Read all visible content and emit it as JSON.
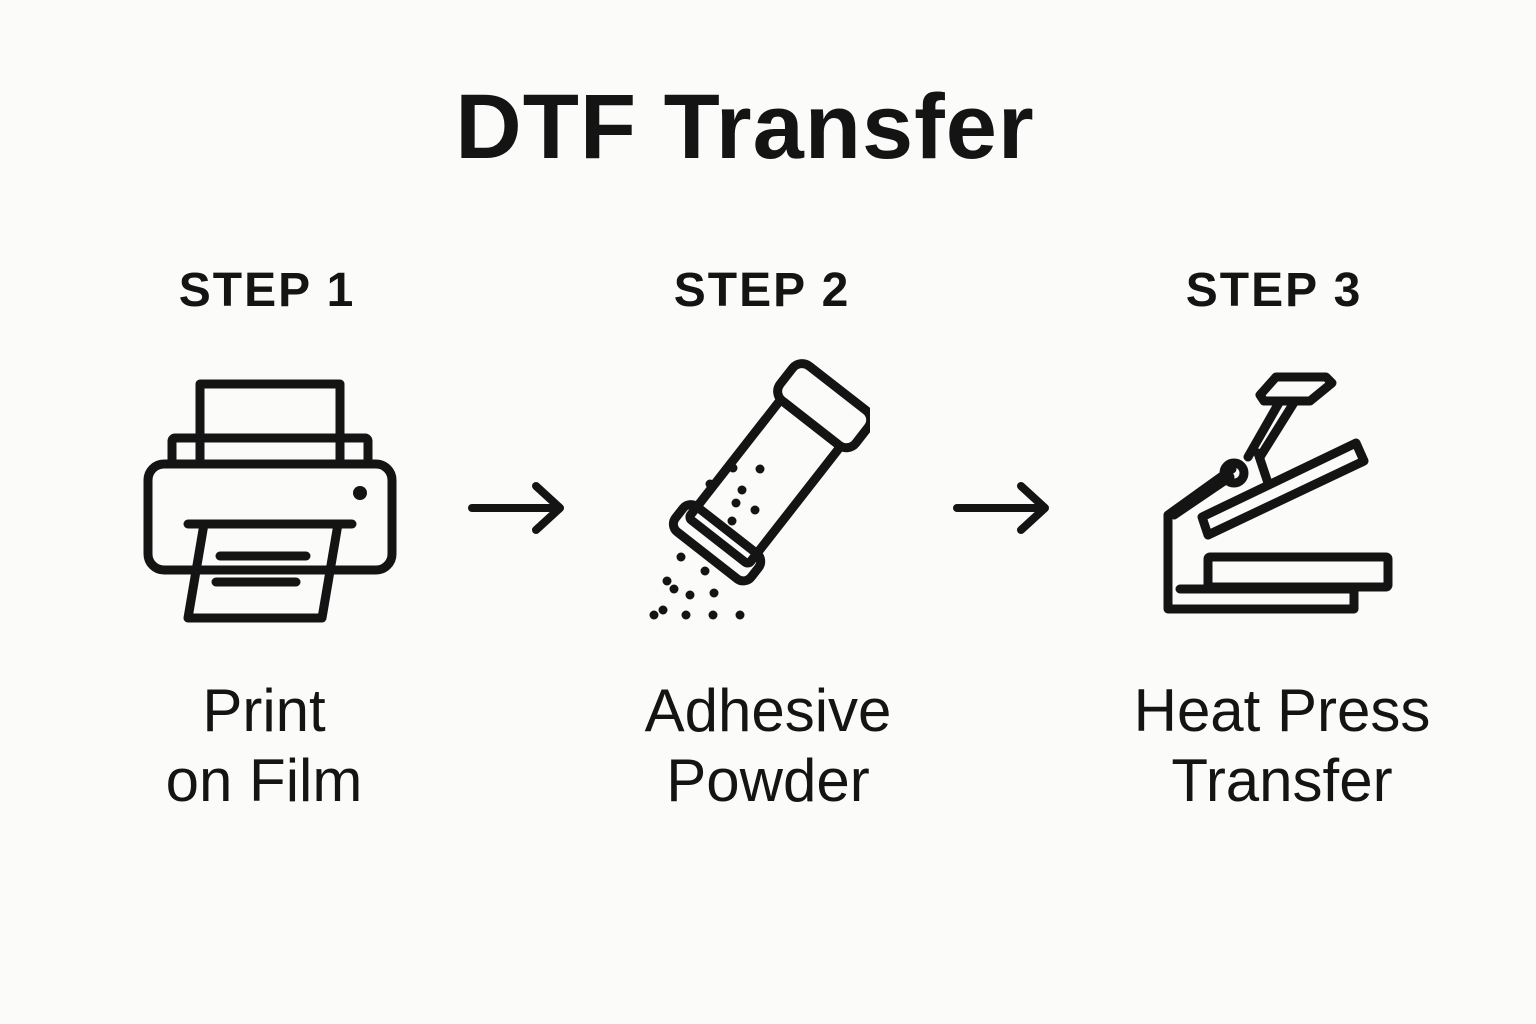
{
  "title": "DTF Transfer",
  "steps": [
    {
      "label": "STEP 1",
      "caption_line1": "Print",
      "caption_line2": "on Film",
      "icon": "printer-icon"
    },
    {
      "label": "STEP 2",
      "caption_line1": "Adhesive",
      "caption_line2": "Powder",
      "icon": "powder-shaker-icon"
    },
    {
      "label": "STEP 3",
      "caption_line1": "Heat Press",
      "caption_line2": "Transfer",
      "icon": "heat-press-icon"
    }
  ],
  "arrows": [
    "arrow-right-icon",
    "arrow-right-icon"
  ],
  "colors": {
    "background": "#fbfbf9",
    "ink": "#141414"
  }
}
